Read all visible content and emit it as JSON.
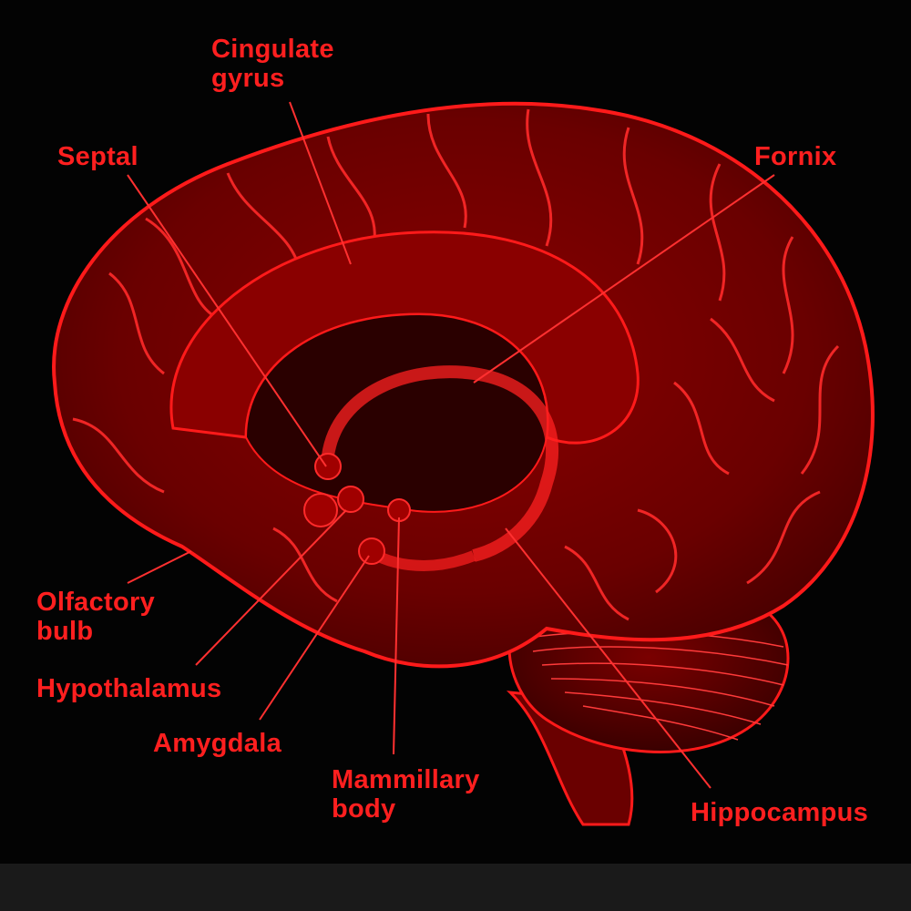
{
  "colors": {
    "background": "#030303",
    "brain_fill": "#7a0000",
    "brain_outline": "#ff1a1a",
    "label_color": "#ff1f1f"
  },
  "labels": {
    "cingulate_gyrus": "Cingulate\ngyrus",
    "septal": "Septal",
    "fornix": "Fornix",
    "olfactory_bulb": "Olfactory\nbulb",
    "hypothalamus": "Hypothalamus",
    "amygdala": "Amygdala",
    "mammillary_body": "Mammillary\nbody",
    "hippocampus": "Hippocampus"
  }
}
